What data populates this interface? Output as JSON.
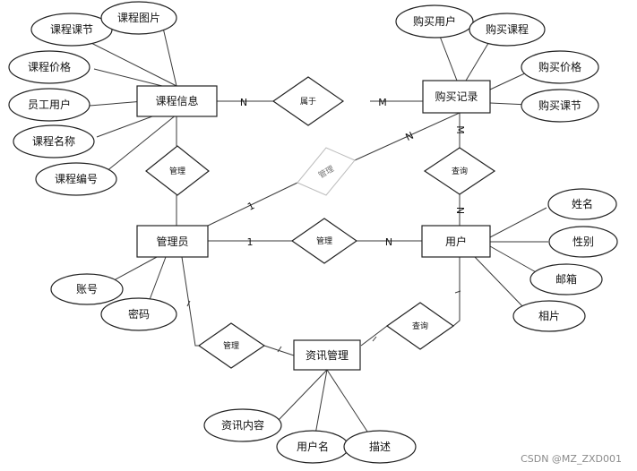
{
  "entities": {
    "course_info": "课程信息",
    "purchase_record": "购买记录",
    "admin": "管理员",
    "user": "用户",
    "news_mgmt": "资讯管理"
  },
  "relationships": {
    "belongs": "属于",
    "manage_course": "管理",
    "manage_purchase": "管理",
    "query_purchase": "查询",
    "manage_user": "管理",
    "manage_news": "管理",
    "query_news": "查询"
  },
  "attributes": {
    "course_info": [
      "课程课节",
      "课程图片",
      "课程价格",
      "员工用户",
      "课程名称",
      "课程编号"
    ],
    "purchase_record": [
      "购买用户",
      "购买课程",
      "购买价格",
      "购买课节"
    ],
    "admin": [
      "账号",
      "密码"
    ],
    "user": [
      "姓名",
      "性别",
      "邮箱",
      "相片"
    ],
    "news_mgmt": [
      "资讯内容",
      "用户名",
      "描述"
    ]
  },
  "cardinalities": {
    "belongs_left": "N",
    "belongs_right": "M",
    "manage_purchase_admin": "1",
    "manage_purchase_record": "N",
    "query_purchase_record": "M",
    "query_purchase_user": "N",
    "manage_user_admin": "1",
    "manage_user_user": "N"
  },
  "watermark": "CSDN @MZ_ZXD001"
}
